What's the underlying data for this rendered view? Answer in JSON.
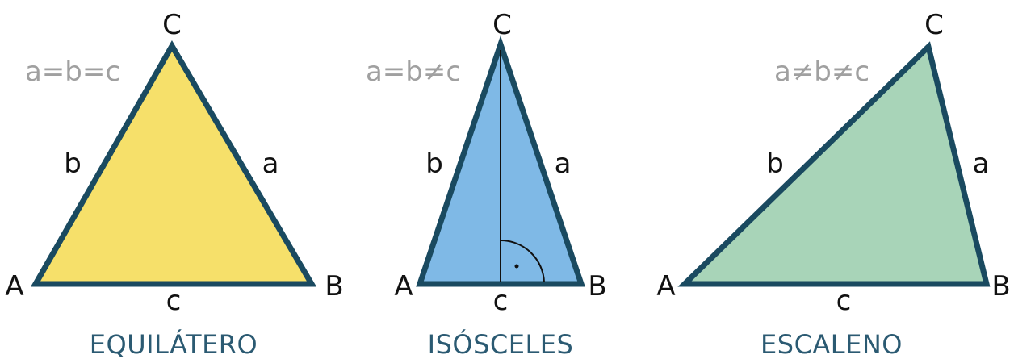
{
  "colors": {
    "stroke": "#1a4a60",
    "equilateral": "#f6e06a",
    "isosceles": "#7fb9e6",
    "scalene": "#a8d4b8",
    "title": "#2b5a72",
    "relation": "#a0a0a0"
  },
  "triangles": [
    {
      "title": "EQUILÁTERO",
      "relation": "a=b=c",
      "vertices": [
        "A",
        "B",
        "C"
      ],
      "sides": [
        "a",
        "b",
        "c"
      ]
    },
    {
      "title": "ISÓSCELES",
      "relation": "a=b≠c",
      "vertices": [
        "A",
        "B",
        "C"
      ],
      "sides": [
        "a",
        "b",
        "c"
      ]
    },
    {
      "title": "ESCALENO",
      "relation": "a≠b≠c",
      "vertices": [
        "A",
        "B",
        "C"
      ],
      "sides": [
        "a",
        "b",
        "c"
      ]
    }
  ]
}
